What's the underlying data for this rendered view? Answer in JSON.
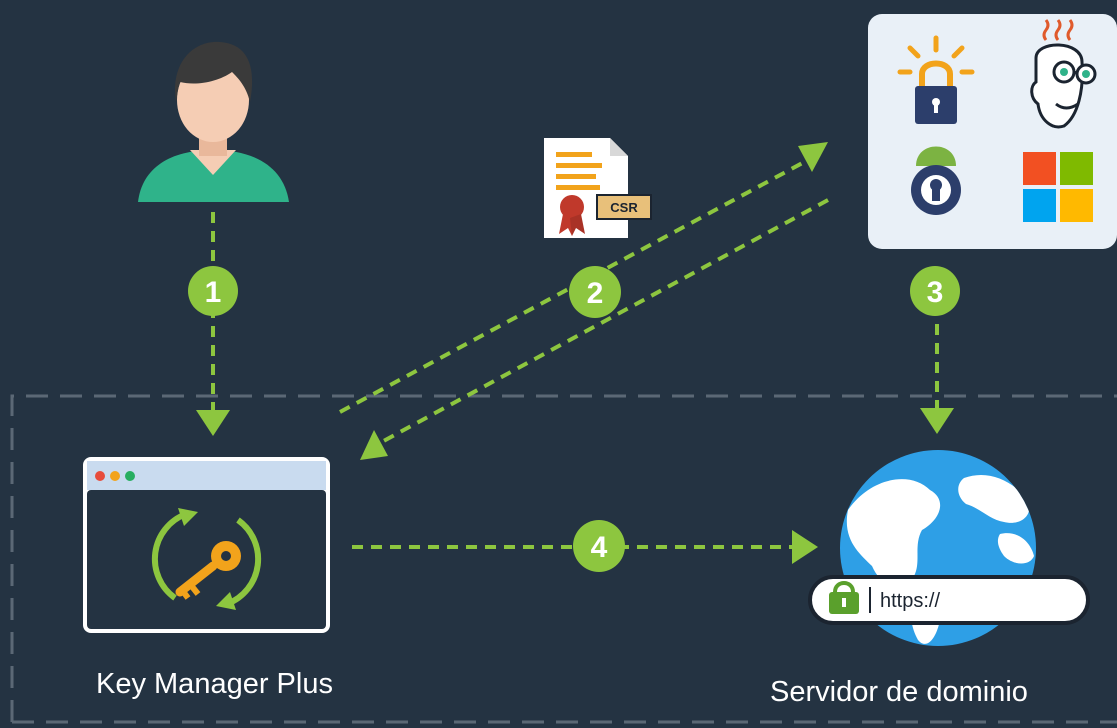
{
  "colors": {
    "background": "#243342",
    "accent": "#8dc63f",
    "dashed_border": "#5b6875",
    "ca_panel": "#e9f0f7"
  },
  "icons": {
    "user": "user-avatar-icon",
    "document": "csr-document-icon",
    "letsencrypt": "lets-encrypt-icon",
    "godaddy": "godaddy-icon",
    "digicert": "digicert-lock-icon",
    "microsoft": "microsoft-icon",
    "key_manager": "key-rotate-icon",
    "globe": "globe-icon",
    "lock": "padlock-icon"
  },
  "steps": {
    "s1": "1",
    "s2": "2",
    "s3": "3",
    "s4": "4"
  },
  "document": {
    "badge": "CSR"
  },
  "server": {
    "url_text": "https://"
  },
  "labels": {
    "key_manager": "Key Manager Plus",
    "domain_server": "Servidor de dominio"
  }
}
